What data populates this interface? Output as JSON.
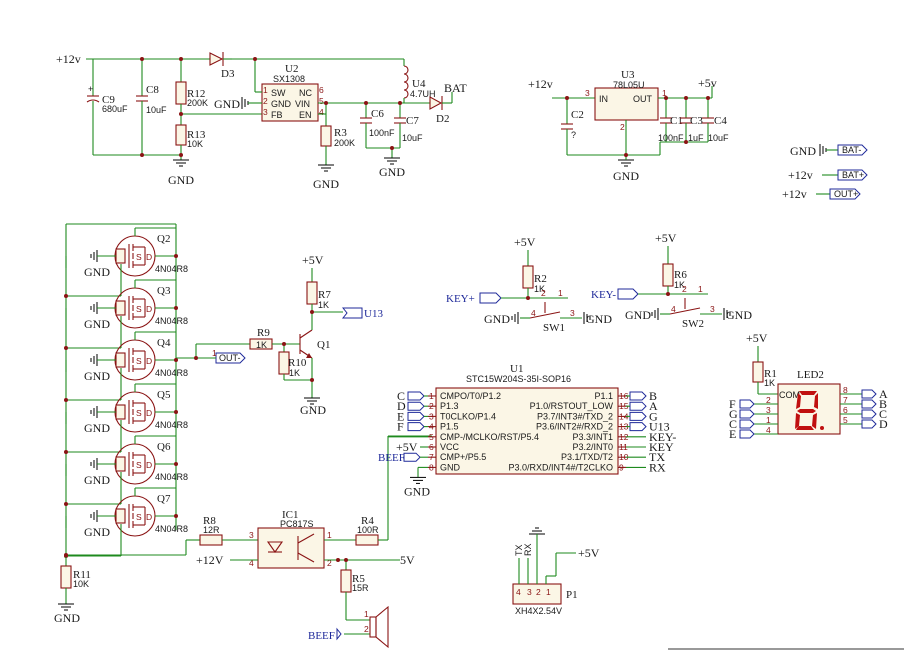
{
  "power": {
    "v12_a": "+12v",
    "v12_b": "+12v",
    "v12_c": "+12v",
    "v12_d": "+12v",
    "v12_e": "+12V",
    "v5_a": "+5v",
    "v5_b": "+5V",
    "v5_c": "+5V",
    "v5_d": "+5V",
    "v5_e": "+5V",
    "v5_f": "+5V",
    "v5_g": "5V",
    "bat": "BAT",
    "gnd": "GND"
  },
  "components": {
    "C9": {
      "ref": "C9",
      "val": "680uF"
    },
    "C8": {
      "ref": "C8",
      "val": "10uF"
    },
    "R12": {
      "ref": "R12",
      "val": "200K"
    },
    "R13": {
      "ref": "R13",
      "val": "10K"
    },
    "D3": {
      "ref": "D3"
    },
    "U2": {
      "ref": "U2",
      "val": "SX1308",
      "p1": "SW",
      "p2": "GND",
      "p3": "FB",
      "p4": "EN",
      "p5": "VIN",
      "p6": "NC"
    },
    "R3": {
      "ref": "R3",
      "val": "200K"
    },
    "C6": {
      "ref": "C6",
      "val": "100nF"
    },
    "C7": {
      "ref": "C7",
      "val": "10uF"
    },
    "U4": {
      "ref": "U4",
      "val": "4.7UH"
    },
    "D2": {
      "ref": "D2"
    },
    "U3": {
      "ref": "U3",
      "val": "78L05U",
      "in": "IN",
      "out": "OUT"
    },
    "C2": {
      "ref": "C2",
      "val": "?"
    },
    "C1": {
      "ref": "C1",
      "val": "100nF"
    },
    "C3": {
      "ref": "C3",
      "val": "1uF"
    },
    "C4": {
      "ref": "C4",
      "val": "10uF"
    },
    "Q2": {
      "ref": "Q2",
      "val": "4N04R8"
    },
    "Q3": {
      "ref": "Q3",
      "val": "4N04R8"
    },
    "Q4": {
      "ref": "Q4",
      "val": "4N04R8"
    },
    "Q5": {
      "ref": "Q5",
      "val": "4N04R8"
    },
    "Q6": {
      "ref": "Q6",
      "val": "4N04R8"
    },
    "Q7": {
      "ref": "Q7",
      "val": "4N04R8"
    },
    "R9": {
      "ref": "R9",
      "val": "1K"
    },
    "R7": {
      "ref": "R7",
      "val": "1K"
    },
    "R10": {
      "ref": "R10",
      "val": "1K"
    },
    "Q1": {
      "ref": "Q1"
    },
    "R11": {
      "ref": "R11",
      "val": "10K"
    },
    "R8": {
      "ref": "R8",
      "val": "12R"
    },
    "IC1": {
      "ref": "IC1",
      "val": "PC817S"
    },
    "R4": {
      "ref": "R4",
      "val": "100R"
    },
    "R5": {
      "ref": "R5",
      "val": "15R"
    },
    "R2": {
      "ref": "R2",
      "val": "1K"
    },
    "SW1": {
      "ref": "SW1"
    },
    "R6": {
      "ref": "R6",
      "val": "1K"
    },
    "SW2": {
      "ref": "SW2"
    },
    "R1": {
      "ref": "R1",
      "val": "1K"
    },
    "LED2": {
      "ref": "LED2",
      "com": "COM"
    },
    "P1": {
      "ref": "P1",
      "val": "XH4X2.54V"
    },
    "U1": {
      "ref": "U1",
      "val": "STC15W204S-35I-SOP16"
    }
  },
  "u1_left": [
    "CMPO/T0/P1.2",
    "P1.3",
    "T0CLKO/P1.4",
    "P1.5",
    "CMP-/MCLKO/RST/P5.4",
    "VCC",
    "CMP+/P5.5",
    "GND"
  ],
  "u1_right": [
    "P1.1",
    "P1.0/RSTOUT_LOW",
    "P3.7/INT3#/TXD_2",
    "P3.6/INT2#/RXD_2",
    "P3.3/INT1",
    "P3.2/INT0",
    "P3.1/TXD/T2",
    "P3.0/RXD/INT4#/T2CLKO"
  ],
  "u1_lnets": [
    "C",
    "D",
    "E",
    "F",
    "+5V",
    "",
    "BEEF",
    "GND"
  ],
  "u1_rnets": [
    "B",
    "A",
    "G",
    "U13",
    "KEY-",
    "KEY",
    "TX",
    "RX"
  ],
  "u1_lpins": [
    "1",
    "2",
    "3",
    "4",
    "5",
    "6",
    "7",
    "8"
  ],
  "u1_rpins": [
    "16",
    "15",
    "14",
    "13",
    "12",
    "11",
    "10",
    "9"
  ],
  "nets": {
    "bat_minus": "BAT-",
    "bat_plus": "BAT+",
    "out_plus": "OUT+",
    "out_minus": "OUT-",
    "key_minus": "KEY-",
    "key_plus": "KEY+",
    "u13": "U13",
    "beef": "BEEF",
    "tx": "TX",
    "rx": "RX",
    "led_left": [
      "F",
      "G",
      "C",
      "E"
    ],
    "led_right": [
      "A",
      "B",
      "C",
      "D"
    ],
    "led_lpins": [
      "2",
      "3",
      "1",
      "4"
    ],
    "led_rpins": [
      "8",
      "7",
      "6",
      "5"
    ]
  }
}
